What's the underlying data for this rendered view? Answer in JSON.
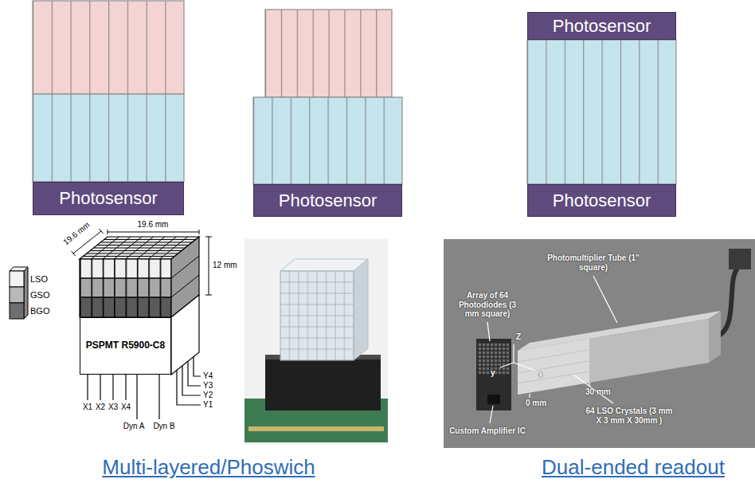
{
  "diagram": {
    "nodes": [
      {
        "text": [
          "Photosensor"
        ]
      },
      {
        "text": [
          "Photosensor"
        ]
      },
      {
        "text": [
          "Photosensor"
        ]
      },
      {
        "text": [
          "Photosensor"
        ]
      },
      {
        "text": [
          "PSPMT R5900-C8"
        ]
      }
    ],
    "labels": [
      "LSO",
      "GSO",
      "BGO",
      "19.6 mm",
      "19.6 mm",
      "12 mm",
      "X1",
      "X2",
      "X3",
      "X4",
      "Y4",
      "Y3",
      "Y2",
      "Y1",
      "Dyn A",
      "Dyn B",
      "Photomultiplier Tube (1\" square)",
      "Array of 64 Photodiodes (3 mm square)",
      "y",
      "Z",
      "x",
      "30 mm",
      "0 mm",
      "64 LSO Crystals (3 mm X 3 mm X 30mm )",
      "Custom Amplifier IC",
      "Multi-layered/Phoswich",
      "Dual-ended readout"
    ]
  }
}
